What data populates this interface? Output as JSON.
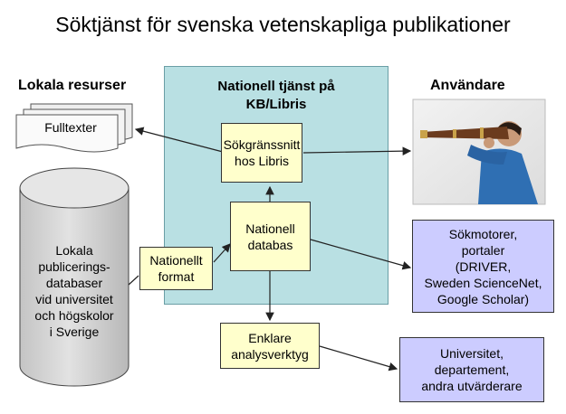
{
  "title": "Söktjänst för svenska vetenskapliga publikationer",
  "headers": {
    "local": "Lokala resurser",
    "national": "Nationell tjänst på\nKB/Libris",
    "users": "Användare"
  },
  "nodes": {
    "fulltexts": "Fulltexter",
    "search_interface": "Sökgränssnitt\nhos Libris",
    "national_database": "Nationell\ndatabas",
    "national_format": "Nationellt\nformat",
    "analysis_tools": "Enklare\nanalysverktyg",
    "local_databases": "Lokala\npublicerings-\ndatabaser\nvid universitet\noch högskolor\ni Sverige",
    "search_engines": "Sökmotorer,\nportaler\n(DRIVER,\nSweden ScienceNet,\nGoogle Scholar)",
    "universities": "Universitet,\ndepartement,\nandra utvärderare"
  },
  "colors": {
    "panel": "#b9e0e3",
    "yellow_box": "#ffffcc",
    "purple_box": "#ccccff",
    "cylinder": "#d4d4d4",
    "arrow": "#222222"
  }
}
